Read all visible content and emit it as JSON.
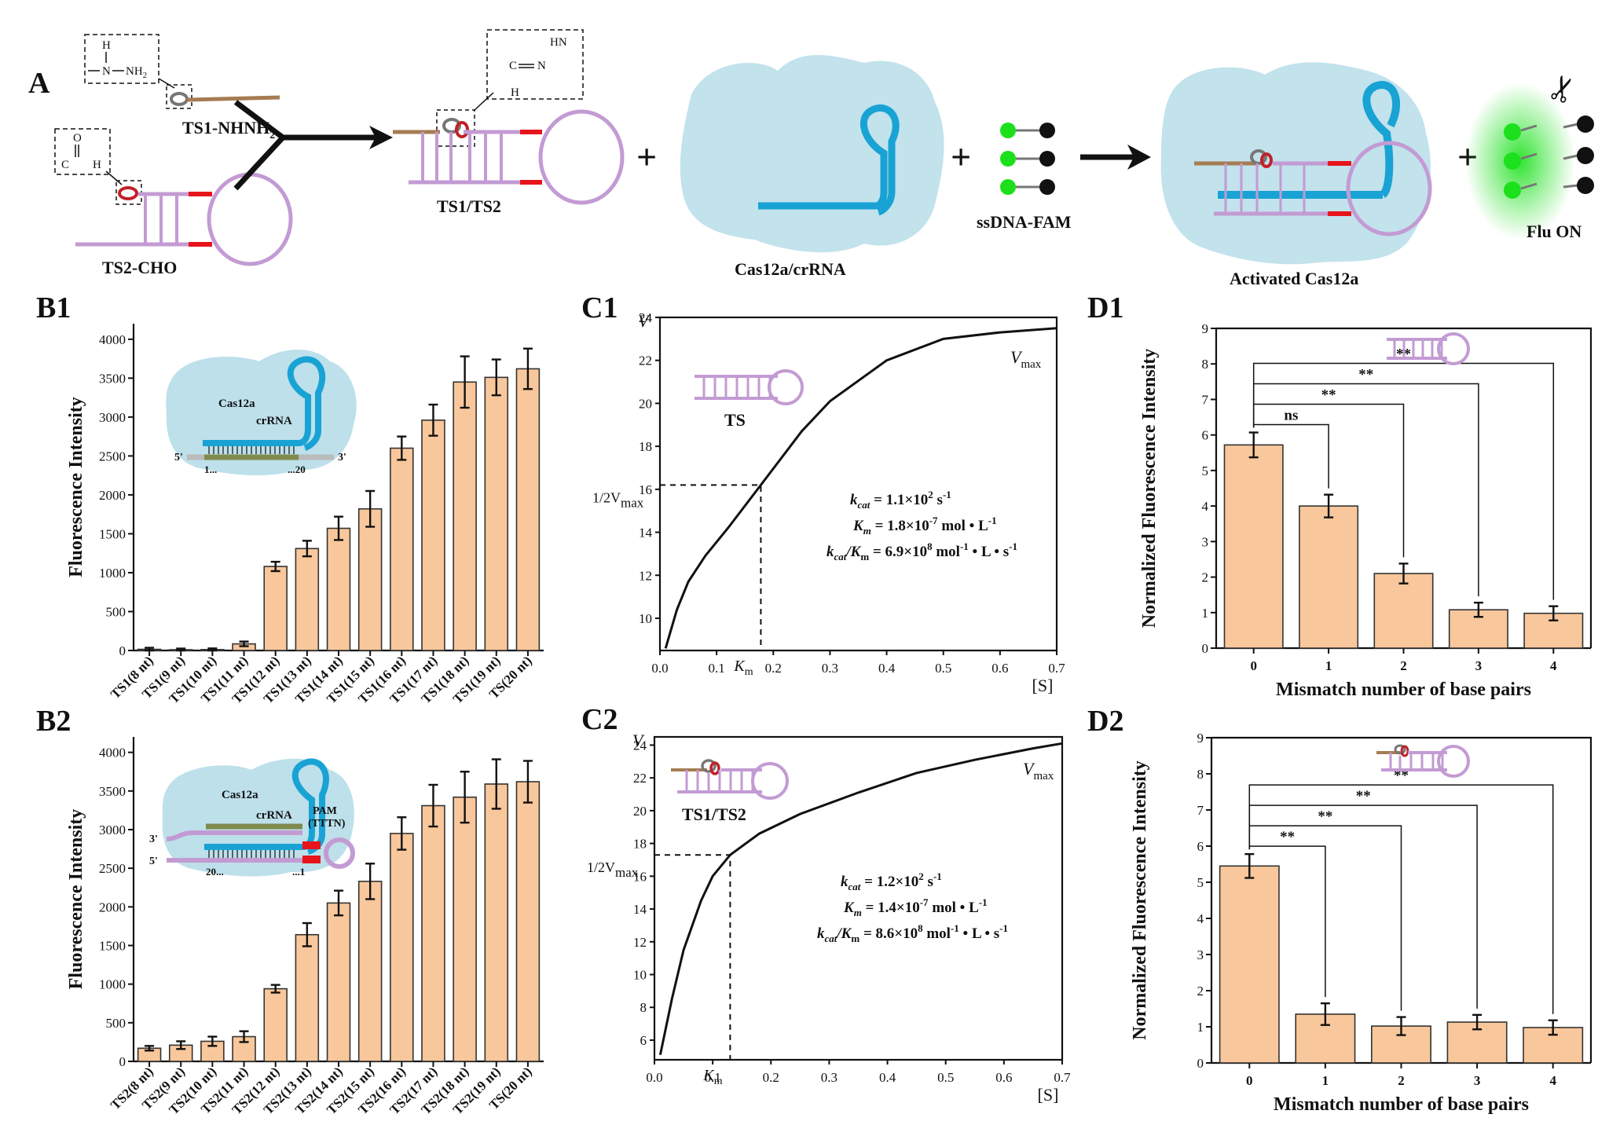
{
  "panel_labels": {
    "A": "A",
    "B1": "B1",
    "B2": "B2",
    "C1": "C1",
    "C2": "C2",
    "D1": "D1",
    "D2": "D2"
  },
  "scheme": {
    "ts1": "TS1-NHNH",
    "ts1_sub": "2",
    "ts2": "TS2-CHO",
    "duplex": "TS1/TS2",
    "enzyme": "Cas12a/crRNA",
    "reporter": "ssDNA-FAM",
    "activated": "Activated Cas12a",
    "output": "Flu ON",
    "plus": "+",
    "hydrazine_n1": "H",
    "hydrazine_n2": "N",
    "hydrazine_nh2": "NH",
    "hydrazine_sub": "2",
    "aldehyde_o": "O",
    "aldehyde_c": "C",
    "aldehyde_h": "H",
    "hydrazone_hn": "HN",
    "hydrazone_c": "C",
    "hydrazone_n": "N",
    "hydrazone_h": "H",
    "scissors": "✂"
  },
  "insets": {
    "b1": {
      "cas12a": "Cas12a",
      "crrna": "crRNA",
      "end5": "5'",
      "end3": "3'",
      "start": "1...",
      "end": "...20"
    },
    "b2": {
      "cas12a": "Cas12a",
      "crrna": "crRNA",
      "pam": "PAM",
      "tttn": "(TTTN)",
      "end3": "3'",
      "end5": "5'",
      "start": "20...",
      "end": "...1"
    },
    "c1": {
      "label": "TS"
    },
    "c2": {
      "label": "TS1/TS2"
    }
  },
  "colors": {
    "bar": "#f8c79b",
    "purple": "#c39bd3",
    "blue": "#19a3d4",
    "red": "#e8141c",
    "green": "#1be01b",
    "brown": "#a67c52",
    "cloud": "#add8e6"
  },
  "chart_data": [
    {
      "id": "B1",
      "type": "bar",
      "ylabel": "Fluorescence Intensity",
      "ylim": [
        0,
        4200
      ],
      "yticks": [
        0,
        500,
        1000,
        1500,
        2000,
        2500,
        3000,
        3500,
        4000
      ],
      "categories": [
        "TS1(8 nt)",
        "TS1(9 nt)",
        "TS1(10 nt)",
        "TS1(11 nt)",
        "TS1(12 nt)",
        "TS1(13 nt)",
        "TS1(14 nt)",
        "TS1(15 nt)",
        "TS1(16 nt)",
        "TS1(17 nt)",
        "TS1(18 nt)",
        "TS1(19 nt)",
        "TS(20 nt)"
      ],
      "values": [
        15,
        10,
        12,
        85,
        1080,
        1310,
        1570,
        1820,
        2600,
        2960,
        3450,
        3510,
        3620
      ],
      "errors": [
        20,
        15,
        15,
        30,
        60,
        100,
        150,
        230,
        150,
        200,
        330,
        230,
        260
      ]
    },
    {
      "id": "B2",
      "type": "bar",
      "ylabel": "Fluorescence Intensity",
      "ylim": [
        0,
        4200
      ],
      "yticks": [
        0,
        500,
        1000,
        1500,
        2000,
        2500,
        3000,
        3500,
        4000
      ],
      "categories": [
        "TS2(8 nt)",
        "TS2(9 nt)",
        "TS2(10 nt)",
        "TS2(11 nt)",
        "TS2(12 nt)",
        "TS2(13 nt)",
        "TS2(14 nt)",
        "TS2(15 nt)",
        "TS2(16 nt)",
        "TS2(17 nt)",
        "TS2(18 nt)",
        "TS2(19 nt)",
        "TS(20 nt)"
      ],
      "values": [
        170,
        210,
        260,
        320,
        940,
        1640,
        2050,
        2330,
        2950,
        3310,
        3420,
        3590,
        3620
      ],
      "errors": [
        30,
        50,
        60,
        70,
        50,
        150,
        160,
        230,
        210,
        270,
        330,
        320,
        270
      ]
    },
    {
      "id": "C1",
      "type": "line",
      "xlabel": "[S]",
      "ylabel": "V",
      "xlim": [
        0,
        0.7
      ],
      "ylim": [
        8.5,
        24
      ],
      "xticks": [
        "0.0",
        "0.1",
        "0.2",
        "0.3",
        "0.4",
        "0.5",
        "0.6",
        "0.7"
      ],
      "yticks": [
        10,
        12,
        14,
        16,
        18,
        20,
        22,
        24
      ],
      "vmax_label": "V",
      "vmax_sub": "max",
      "half_vmax_label": "1/2V",
      "half_vmax_sub": "max",
      "km_label": "K",
      "km_sub": "m",
      "km": 0.178,
      "half_vmax": 16.2,
      "x": [
        0.01,
        0.03,
        0.05,
        0.08,
        0.12,
        0.178,
        0.25,
        0.3,
        0.4,
        0.5,
        0.6,
        0.7
      ],
      "y": [
        8.6,
        10.4,
        11.7,
        12.9,
        14.2,
        16.2,
        18.7,
        20.1,
        22.0,
        23.0,
        23.3,
        23.5
      ],
      "kinetics": [
        {
          "pre": "",
          "i": "k",
          "isub": "cat",
          "text": " = 1.1×10",
          "sup": "2",
          "post": " s",
          "sup2": "-1",
          "rest": ""
        },
        {
          "pre": "",
          "i": "K",
          "isub": "m",
          "text": " = 1.8×10",
          "sup": "-7",
          "post": " mol • L",
          "sup2": "-1",
          "rest": ""
        },
        {
          "pre": "",
          "i": "k",
          "isub": "cat",
          "text": "/K",
          "textsub": "m",
          "text2": " = 6.9×10",
          "sup": "8",
          "post": " mol",
          "sup2": "-1",
          "rest": " • L • s",
          "sup3": "-1"
        }
      ]
    },
    {
      "id": "C2",
      "type": "line",
      "xlabel": "[S]",
      "ylabel": "V",
      "xlim": [
        0,
        0.7
      ],
      "ylim": [
        4.8,
        24.5
      ],
      "xticks": [
        "0.0",
        "0.1",
        "0.2",
        "0.3",
        "0.4",
        "0.5",
        "0.6",
        "0.7"
      ],
      "yticks": [
        6,
        8,
        10,
        12,
        14,
        16,
        18,
        20,
        22,
        24
      ],
      "vmax_label": "V",
      "vmax_sub": "max",
      "half_vmax_label": "1/2V",
      "half_vmax_sub": "max",
      "km_label": "K",
      "km_sub": "m",
      "km": 0.13,
      "half_vmax": 17.3,
      "x": [
        0.01,
        0.03,
        0.05,
        0.08,
        0.1,
        0.13,
        0.18,
        0.25,
        0.35,
        0.45,
        0.55,
        0.65,
        0.7
      ],
      "y": [
        5.1,
        8.5,
        11.5,
        14.5,
        16.0,
        17.3,
        18.6,
        19.8,
        21.1,
        22.3,
        23.1,
        23.8,
        24.1
      ],
      "kinetics": [
        {
          "pre": "",
          "i": "k",
          "isub": "cat",
          "text": " = 1.2×10",
          "sup": "2",
          "post": " s",
          "sup2": "-1",
          "rest": ""
        },
        {
          "pre": "",
          "i": "K",
          "isub": "m",
          "text": " = 1.4×10",
          "sup": "-7",
          "post": " mol • L",
          "sup2": "-1",
          "rest": ""
        },
        {
          "pre": "",
          "i": "k",
          "isub": "cat",
          "text": "/K",
          "textsub": "m",
          "text2": " = 8.6×10",
          "sup": "8",
          "post": " mol",
          "sup2": "-1",
          "rest": " • L • s",
          "sup3": "-1"
        }
      ]
    },
    {
      "id": "D1",
      "type": "bar",
      "xlabel": "Mismatch number of base pairs",
      "ylabel": "Normalized Fluorescence Intensity",
      "ylim": [
        0,
        9
      ],
      "yticks": [
        0,
        1,
        2,
        3,
        4,
        5,
        6,
        7,
        8,
        9
      ],
      "categories": [
        "0",
        "1",
        "2",
        "3",
        "4"
      ],
      "values": [
        5.72,
        4.0,
        2.1,
        1.08,
        0.98
      ],
      "errors": [
        0.35,
        0.32,
        0.28,
        0.2,
        0.2
      ],
      "significance": [
        "ns",
        "**",
        "**",
        "**"
      ]
    },
    {
      "id": "D2",
      "type": "bar",
      "xlabel": "Mismatch number of base pairs",
      "ylabel": "Normalized Fluorescence Intensity",
      "ylim": [
        0,
        9
      ],
      "yticks": [
        0,
        1,
        2,
        3,
        4,
        5,
        6,
        7,
        8,
        9
      ],
      "categories": [
        "0",
        "1",
        "2",
        "3",
        "4"
      ],
      "values": [
        5.45,
        1.35,
        1.02,
        1.13,
        0.98
      ],
      "errors": [
        0.33,
        0.3,
        0.25,
        0.2,
        0.2
      ],
      "significance": [
        "**",
        "**",
        "**",
        "**"
      ]
    }
  ]
}
